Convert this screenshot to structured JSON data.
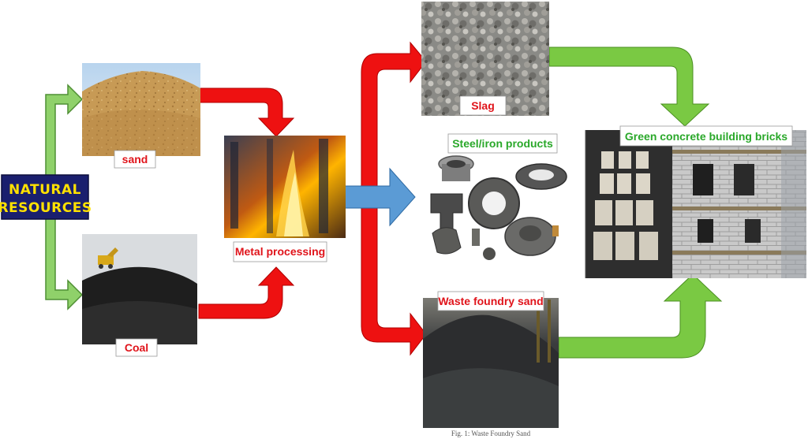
{
  "source": {
    "title": "NATURAL RESOURCES",
    "line1": "NATURAL",
    "line2": "RESOURCES"
  },
  "inputs": {
    "sand_label": "sand",
    "coal_label": "Coal"
  },
  "process": {
    "label": "Metal processing"
  },
  "outputs": {
    "slag_label": "Slag",
    "steel_label": "Steel/iron products",
    "wfs_label": "Waste foundry sand",
    "wfs_caption": "Fig. 1: Waste Foundry Sand"
  },
  "product": {
    "label": "Green concrete building bricks"
  },
  "colors": {
    "green_arrow": "#8fd16a",
    "red_arrow": "#ee1111",
    "blue_arrow": "#5b9bd5",
    "lime_arrow": "#7ac943",
    "label_red": "#e0141b",
    "label_green": "#2aa82a",
    "badge_bg": "#1a1f6e",
    "badge_text": "#ffe100"
  }
}
